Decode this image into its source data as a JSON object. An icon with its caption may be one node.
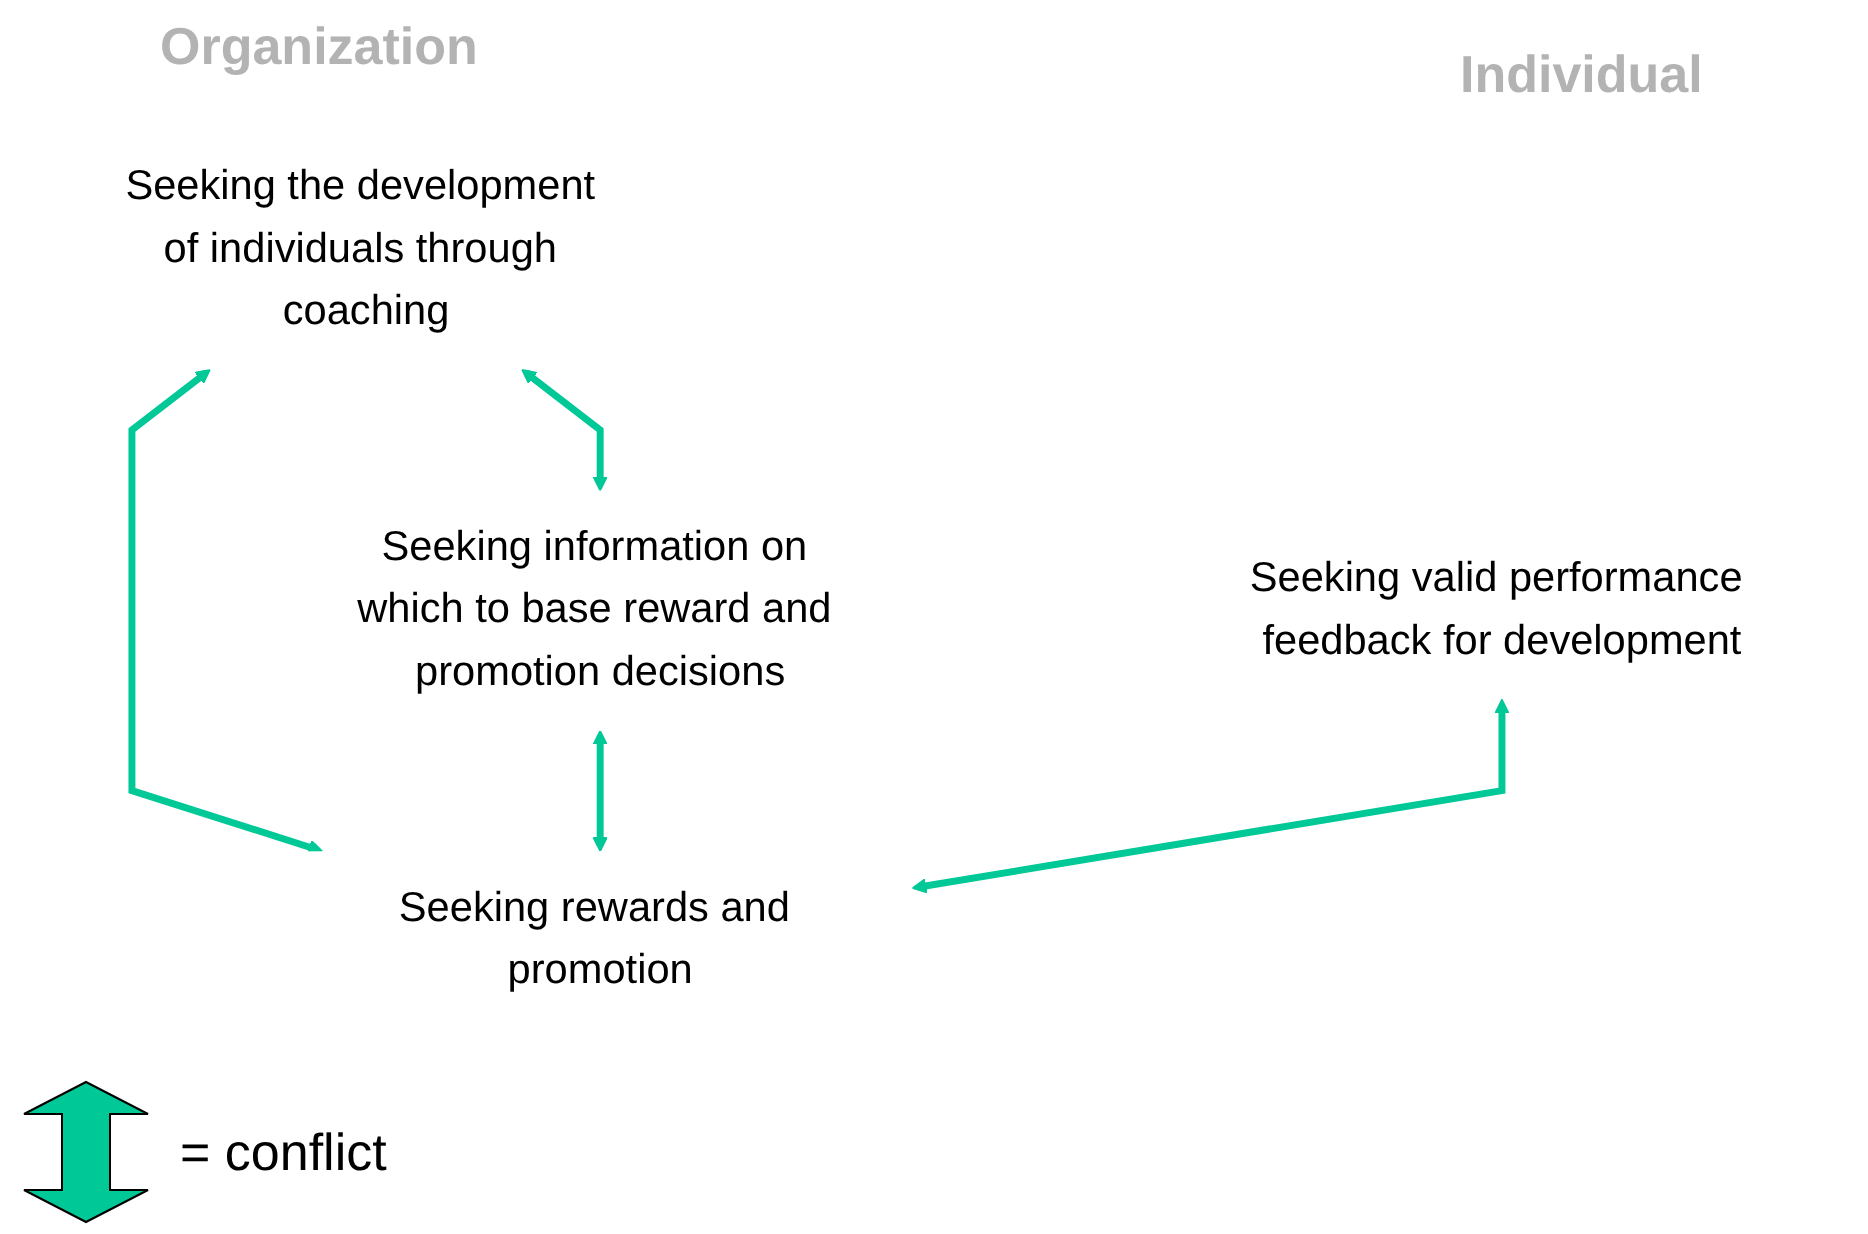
{
  "diagram": {
    "nodes": [
      {
        "text": [
          "Seeking the development of individuals through coaching"
        ]
      },
      {
        "text": [
          "Seeking information on which to base reward and promotion decisions"
        ]
      },
      {
        "text": [
          "Seeking valid performance feedback for development"
        ]
      },
      {
        "text": [
          "Seeking rewards and promotion"
        ]
      }
    ],
    "edges": [
      {
        "from": 0,
        "to": 1,
        "arrow": "both"
      },
      {
        "from": 0,
        "to": 3,
        "arrow": "both"
      },
      {
        "from": 1,
        "to": 3,
        "arrow": "both"
      },
      {
        "from": 2,
        "to": 3,
        "arrow": "both"
      }
    ],
    "labels": [
      "Organization",
      "Individual"
    ],
    "legend": [
      {
        "text": "= conflict"
      }
    ]
  }
}
